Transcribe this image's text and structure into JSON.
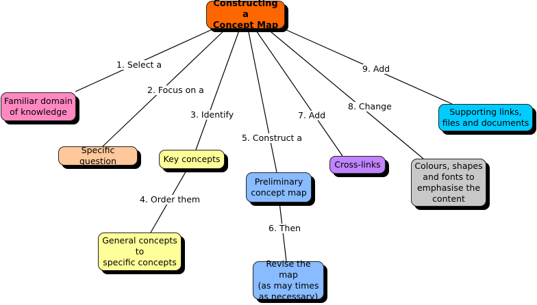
{
  "colors": {
    "root": "#ff6600",
    "pink": "#ff88c2",
    "peach": "#ffc79a",
    "yellow": "#ffff99",
    "blue": "#88bbff",
    "violet": "#c084ff",
    "cyan": "#00ccff",
    "gray": "#c8c8c8"
  },
  "nodes": {
    "root": "Constructing a\nConcept Map",
    "familiar": "Familiar domain\nof knowledge",
    "question": "Specific question",
    "key": "Key concepts",
    "general": "General concepts\nto\nspecific concepts",
    "preliminary": "Preliminary\nconcept map",
    "revise": "Revise the map\n(as may times\nas necessary)",
    "cross": "Cross-links",
    "colours": "Colours, shapes\nand fonts to\nemphasise the\ncontent",
    "supporting": "Supporting links,\nfiles and documents"
  },
  "links": {
    "select": "1. Select a",
    "focus": "2. Focus on a",
    "identify": "3. Identify",
    "order": "4. Order them",
    "construct": "5. Construct a",
    "then": "6. Then",
    "add7": "7. Add",
    "change": "8. Change",
    "add9": "9. Add"
  }
}
